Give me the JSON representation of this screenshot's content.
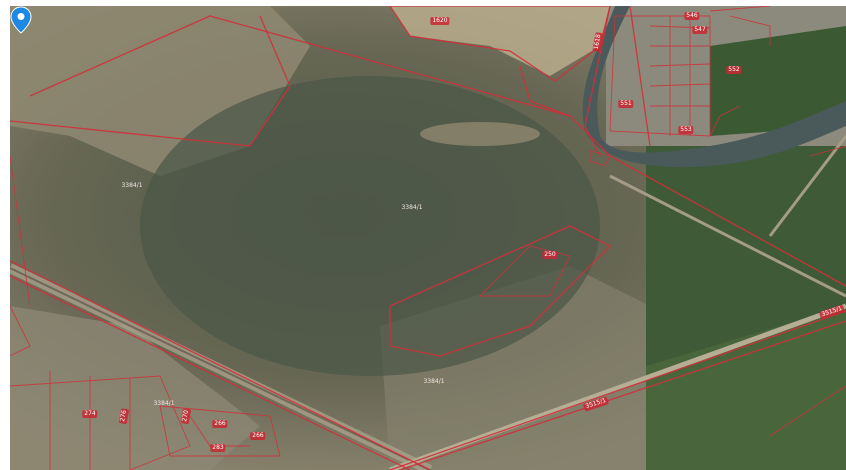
{
  "map": {
    "marker_icon": "location-pin-icon",
    "colors": {
      "parcel_border": "#d0303a",
      "marker": "#1e88e5",
      "river": "#4a5a5a"
    },
    "parcels": [
      {
        "id": "p1",
        "label": "1620"
      },
      {
        "id": "p2",
        "label": "1618"
      },
      {
        "id": "p3",
        "label": "546"
      },
      {
        "id": "p4",
        "label": "547"
      },
      {
        "id": "p5",
        "label": "553"
      },
      {
        "id": "p6",
        "label": "552"
      },
      {
        "id": "p7",
        "label": "551"
      },
      {
        "id": "p8",
        "label": "3384/1"
      },
      {
        "id": "p9",
        "label": "3384/1"
      },
      {
        "id": "p10",
        "label": "250"
      },
      {
        "id": "p11",
        "label": "3384/1"
      },
      {
        "id": "p12",
        "label": "3384/1"
      },
      {
        "id": "p13",
        "label": "274"
      },
      {
        "id": "p14",
        "label": "276"
      },
      {
        "id": "p15",
        "label": "270"
      },
      {
        "id": "p16",
        "label": "266"
      },
      {
        "id": "p17",
        "label": "266"
      },
      {
        "id": "p18",
        "label": "283"
      },
      {
        "id": "p19",
        "label": "3515/1"
      },
      {
        "id": "p20",
        "label": "3515/1"
      }
    ]
  }
}
